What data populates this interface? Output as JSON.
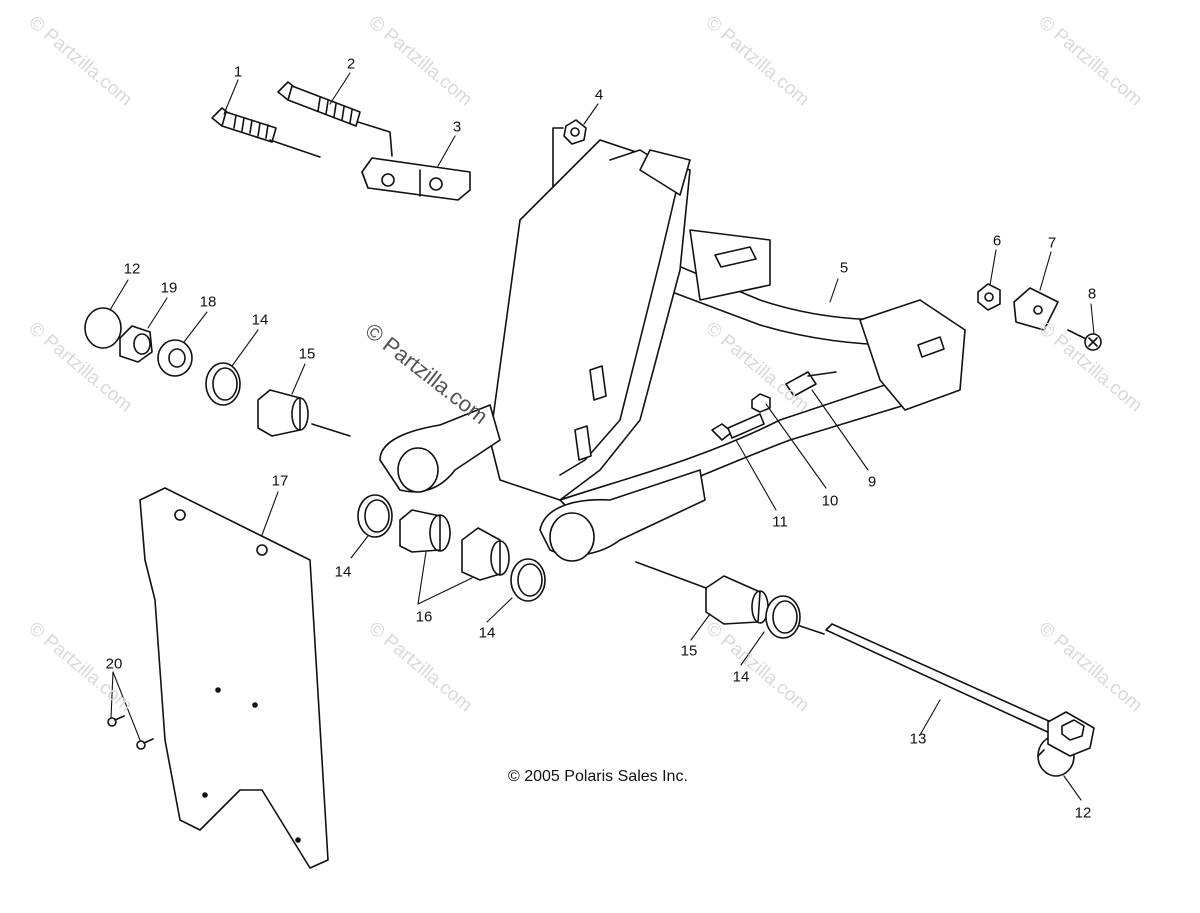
{
  "watermark": "© Partzilla.com",
  "copyright": "© 2005 Polaris Sales Inc.",
  "callouts": [
    {
      "id": "1",
      "text": "1"
    },
    {
      "id": "2",
      "text": "2"
    },
    {
      "id": "3",
      "text": "3"
    },
    {
      "id": "4",
      "text": "4"
    },
    {
      "id": "5",
      "text": "5"
    },
    {
      "id": "6",
      "text": "6"
    },
    {
      "id": "7",
      "text": "7"
    },
    {
      "id": "8",
      "text": "8"
    },
    {
      "id": "9",
      "text": "9"
    },
    {
      "id": "10",
      "text": "10"
    },
    {
      "id": "11",
      "text": "11"
    },
    {
      "id": "12a",
      "text": "12"
    },
    {
      "id": "12b",
      "text": "12"
    },
    {
      "id": "13",
      "text": "13"
    },
    {
      "id": "14a",
      "text": "14"
    },
    {
      "id": "14b",
      "text": "14"
    },
    {
      "id": "14c",
      "text": "14"
    },
    {
      "id": "14d",
      "text": "14"
    },
    {
      "id": "15a",
      "text": "15"
    },
    {
      "id": "15b",
      "text": "15"
    },
    {
      "id": "16",
      "text": "16"
    },
    {
      "id": "17",
      "text": "17"
    },
    {
      "id": "18",
      "text": "18"
    },
    {
      "id": "19",
      "text": "19"
    },
    {
      "id": "20",
      "text": "20"
    }
  ]
}
